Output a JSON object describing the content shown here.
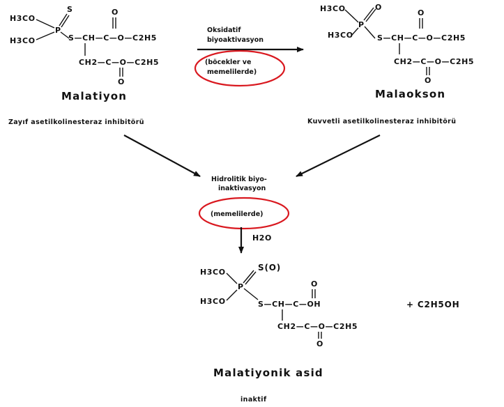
{
  "compounds": {
    "malathion": {
      "name": "Malatiyon",
      "caption": "Zayıf asetilkolinesteraz inhibitörü",
      "s_atom": "S",
      "h3co_top": "H3CO",
      "h3co_bottom": "H3CO",
      "p_atom": "P",
      "chain_top": "S—CH—C—O—C2H5",
      "chain_bottom": "CH2—C—O—C2H5",
      "o1": "O",
      "o2": "O"
    },
    "malaoxon": {
      "name": "Malaokson",
      "caption": "Kuvvetli asetilkolinesteraz inhibitörü",
      "o_atom": "O",
      "h3co_top": "H3CO",
      "h3co_bottom": "H3CO",
      "p_atom": "P",
      "chain_top": "S—CH—C—O—C2H5",
      "chain_bottom": "CH2—C—O—C2H5",
      "o1": "O",
      "o2": "O"
    },
    "malathion_acid": {
      "name": "Malatiyonik asid",
      "caption": "inaktif",
      "s_atom": "S(O)",
      "h3co_top": "H3CO",
      "h3co_bottom": "H3CO",
      "p_atom": "P",
      "chain_top": "S—CH—C—OH",
      "chain_bottom": "CH2—C—O—C2H5",
      "o1": "O",
      "o2": "O"
    }
  },
  "arrows": {
    "oxidative": {
      "line1": "Oksidatif",
      "line2": "biyoaktivasyon",
      "note1": "(böcekler ve",
      "note2": "memelilerde)"
    },
    "hydrolytic": {
      "line1": "Hidrolitik biyo-",
      "line2": "inaktivasyon",
      "note": "(memelilerde)"
    },
    "water": "H2O"
  },
  "byproduct": "+ C2H5OH",
  "colors": {
    "ink": "#111111",
    "highlight": "#d9181f"
  }
}
